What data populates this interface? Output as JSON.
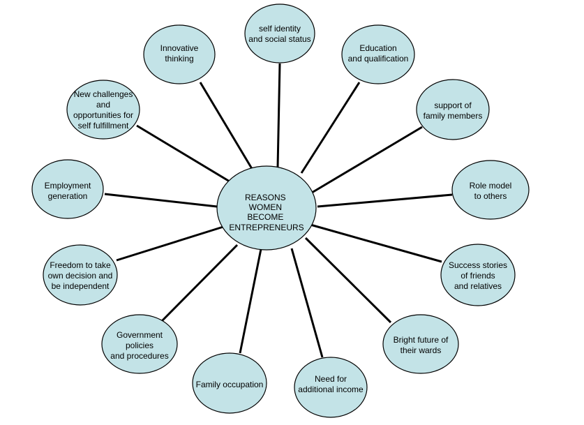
{
  "diagram": {
    "center": {
      "lines": [
        "REASONS",
        "WOMEN",
        "BECOME",
        "ENTREPRENEURS"
      ]
    },
    "nodes": [
      {
        "id": "self-identity",
        "lines": [
          "self identity",
          "and social status"
        ]
      },
      {
        "id": "education",
        "lines": [
          "Education",
          "and qualification"
        ]
      },
      {
        "id": "family-support",
        "lines": [
          "support of",
          "family members"
        ]
      },
      {
        "id": "role-model",
        "lines": [
          "Role model",
          "to others"
        ]
      },
      {
        "id": "success-stories",
        "lines": [
          "Success stories",
          "of friends",
          "and relatives"
        ]
      },
      {
        "id": "bright-future",
        "lines": [
          "Bright future of",
          "their wards"
        ]
      },
      {
        "id": "additional-income",
        "lines": [
          "Need for",
          "additional income"
        ]
      },
      {
        "id": "family-occupation",
        "lines": [
          "Family occupation"
        ]
      },
      {
        "id": "government-policies",
        "lines": [
          "Government",
          "policies",
          "and procedures"
        ]
      },
      {
        "id": "freedom",
        "lines": [
          "Freedom to take",
          "own decision and",
          "be independent"
        ]
      },
      {
        "id": "employment",
        "lines": [
          "Employment",
          "generation"
        ]
      },
      {
        "id": "new-challenges",
        "lines": [
          "New challenges",
          "and",
          "opportunities for",
          "self fulfillment"
        ]
      },
      {
        "id": "innovative-thinking",
        "lines": [
          "Innovative",
          "thinking"
        ]
      }
    ]
  },
  "colors": {
    "node_fill": "#c3e3e7",
    "outline": "#000000",
    "connector": "#000000"
  }
}
